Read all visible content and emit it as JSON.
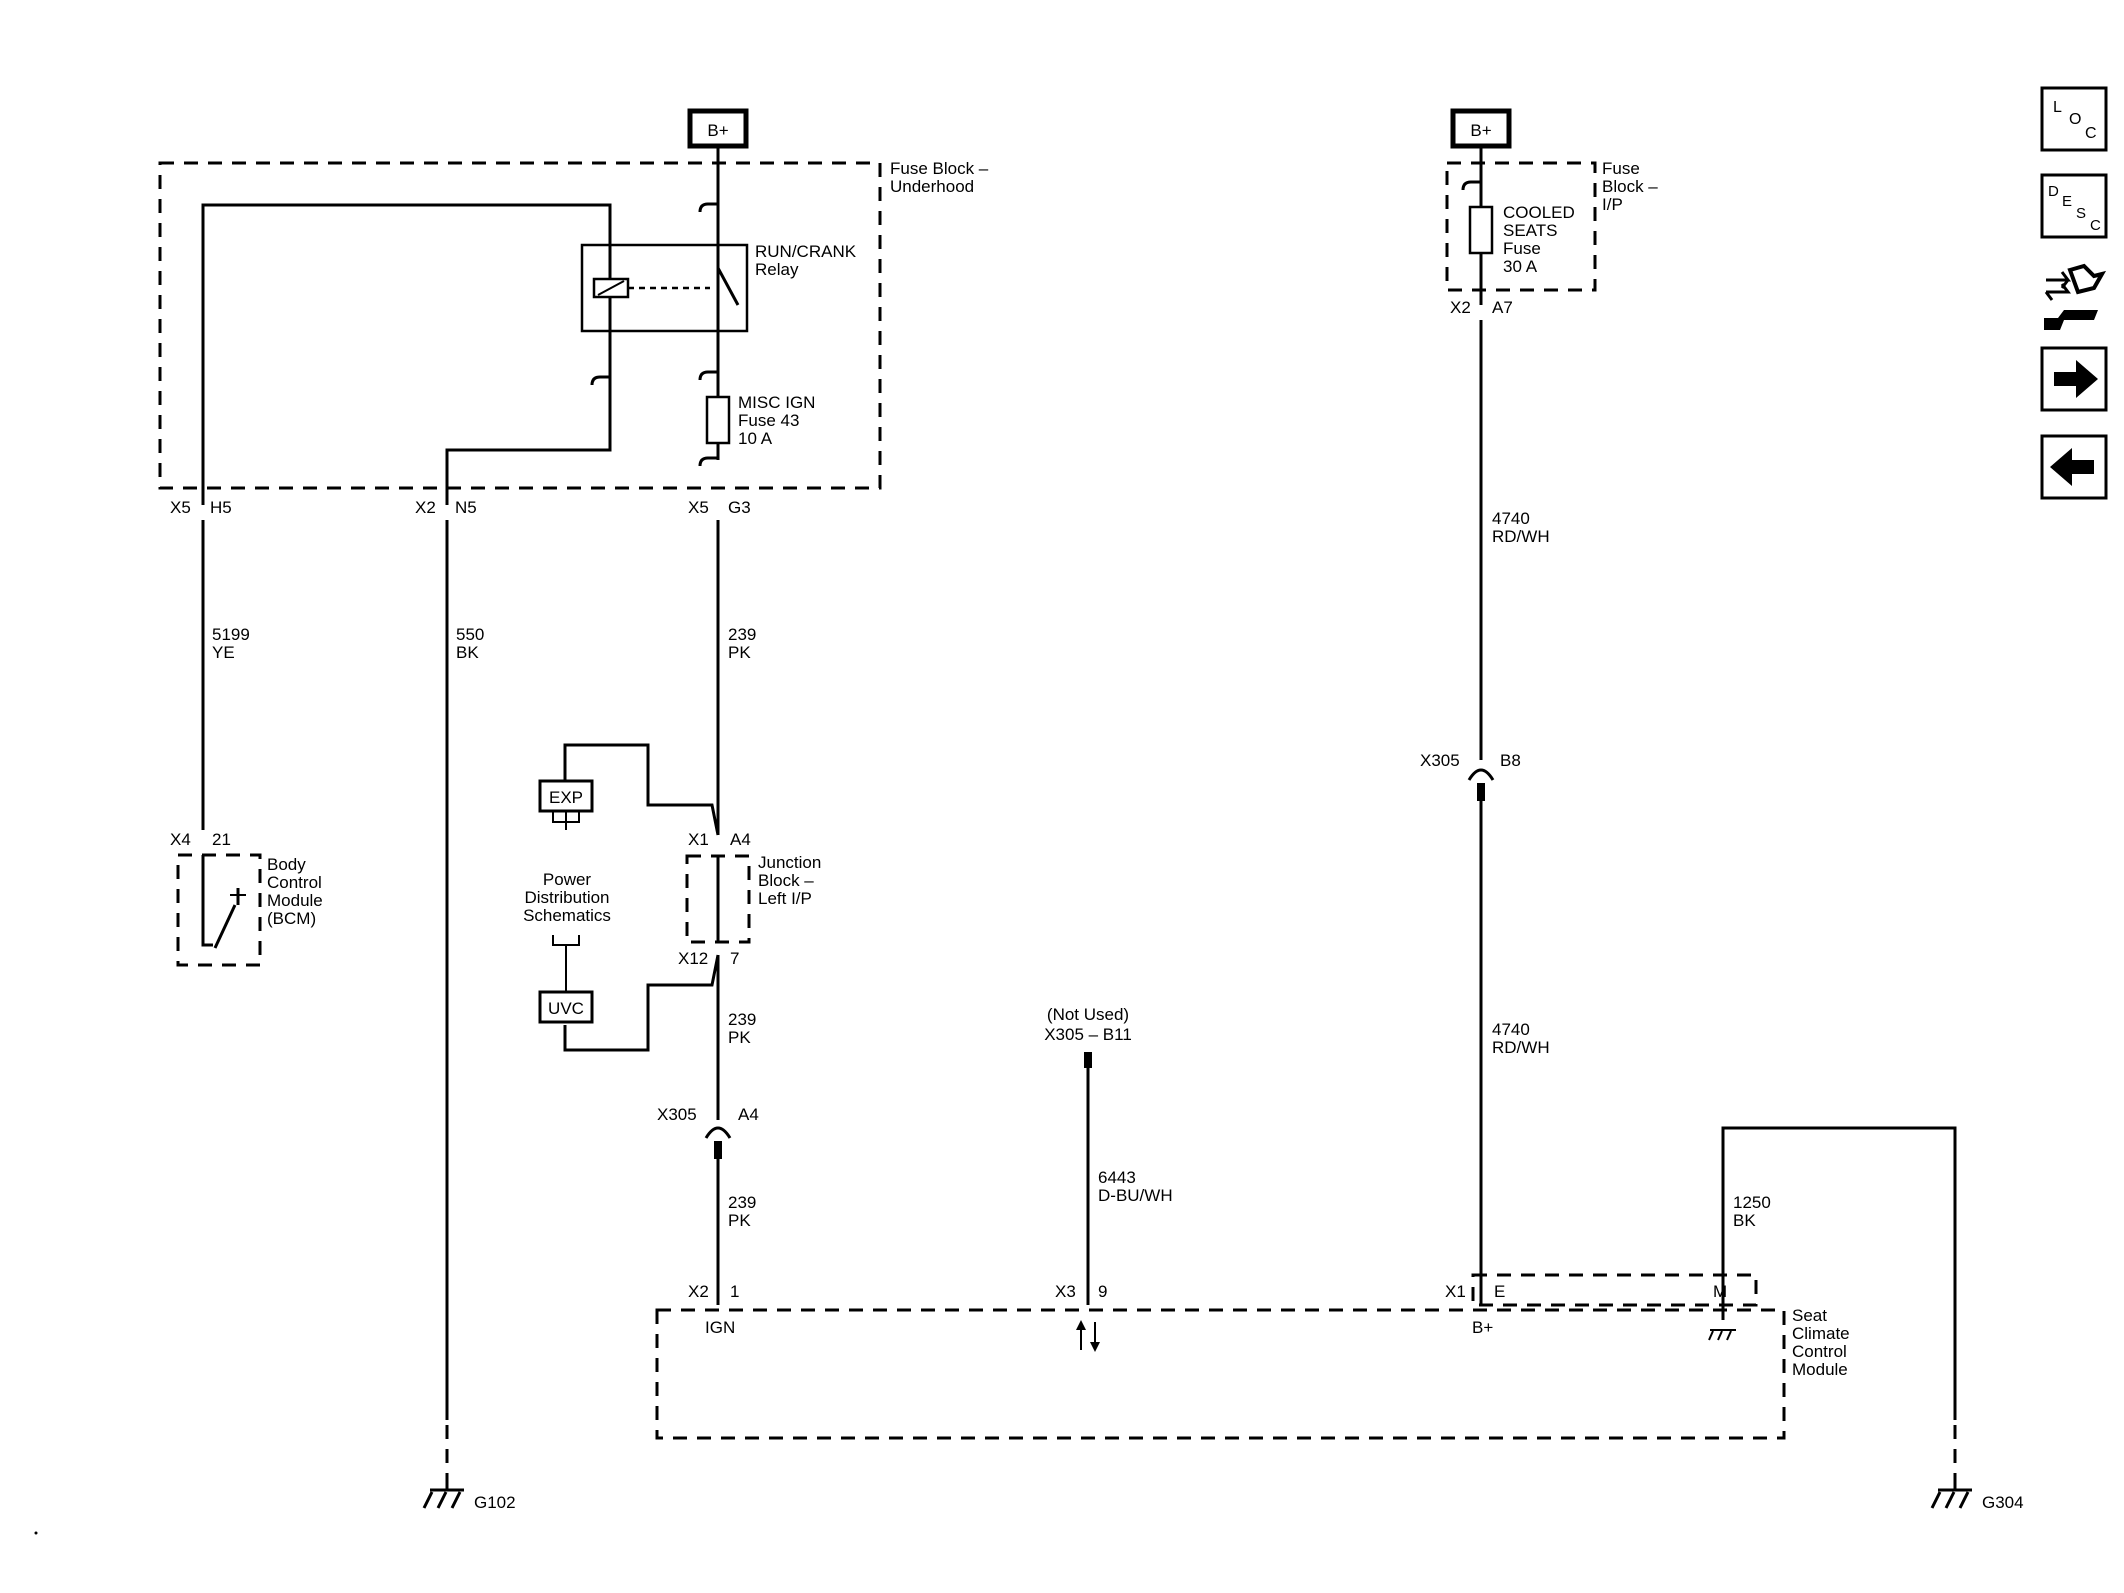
{
  "power": {
    "bplus_left": "B+",
    "bplus_right": "B+"
  },
  "fuse_block_underhood": {
    "label_line1": "Fuse Block –",
    "label_line2": "Underhood",
    "relay_line1": "RUN/CRANK",
    "relay_line2": "Relay",
    "fuse_line1": "MISC IGN",
    "fuse_line2": "Fuse 43",
    "fuse_line3": "10 A"
  },
  "fuse_block_ip": {
    "label_line1": "Fuse",
    "label_line2": "Block –",
    "label_line3": "I/P",
    "fuse_line1": "COOLED",
    "fuse_line2": "SEATS",
    "fuse_line3": "Fuse",
    "fuse_line4": "30 A"
  },
  "connectors": {
    "x5_h5_conn": "X5",
    "x5_h5_pin": "H5",
    "x2_n5_conn": "X2",
    "x2_n5_pin": "N5",
    "x5_g3_conn": "X5",
    "x5_g3_pin": "G3",
    "x2_a7_conn": "X2",
    "x2_a7_pin": "A7",
    "x4_21_conn": "X4",
    "x4_21_pin": "21",
    "x1_a4_conn": "X1",
    "x1_a4_pin": "A4",
    "x12_7_conn": "X12",
    "x12_7_pin": "7",
    "x305_a4_conn": "X305",
    "x305_a4_pin": "A4",
    "x305_b8_conn": "X305",
    "x305_b8_pin": "B8",
    "x2_1_conn": "X2",
    "x2_1_pin": "1",
    "x3_9_conn": "X3",
    "x3_9_pin": "9",
    "x1_e_conn": "X1",
    "x1_e_pin": "E",
    "m_pin": "M"
  },
  "wires": {
    "w5199_num": "5199",
    "w5199_color": "YE",
    "w550_num": "550",
    "w550_color": "BK",
    "w239a_num": "239",
    "w239a_color": "PK",
    "w239b_num": "239",
    "w239b_color": "PK",
    "w239c_num": "239",
    "w239c_color": "PK",
    "w4740a_num": "4740",
    "w4740a_color": "RD/WH",
    "w4740b_num": "4740",
    "w4740b_color": "RD/WH",
    "w6443_num": "6443",
    "w6443_color": "D-BU/WH",
    "w1250_num": "1250",
    "w1250_color": "BK"
  },
  "bcm": {
    "line1": "Body",
    "line2": "Control",
    "line3": "Module",
    "line4": "(BCM)"
  },
  "junction_block": {
    "line1": "Junction",
    "line2": "Block –",
    "line3": "Left I/P"
  },
  "power_dist": {
    "exp": "EXP",
    "uvc": "UVC",
    "line1": "Power",
    "line2": "Distribution",
    "line3": "Schematics"
  },
  "not_used": {
    "line1": "(Not Used)",
    "line2": "X305 – B11"
  },
  "scm": {
    "line1": "Seat",
    "line2": "Climate",
    "line3": "Control",
    "line4": "Module",
    "ign": "IGN",
    "bplus": "B+"
  },
  "grounds": {
    "g102": "G102",
    "g304": "G304"
  },
  "nav": {
    "loc_l": "L",
    "loc_o": "O",
    "loc_c": "C",
    "desc_d": "D",
    "desc_e": "E",
    "desc_s": "S",
    "desc_c": "C"
  }
}
